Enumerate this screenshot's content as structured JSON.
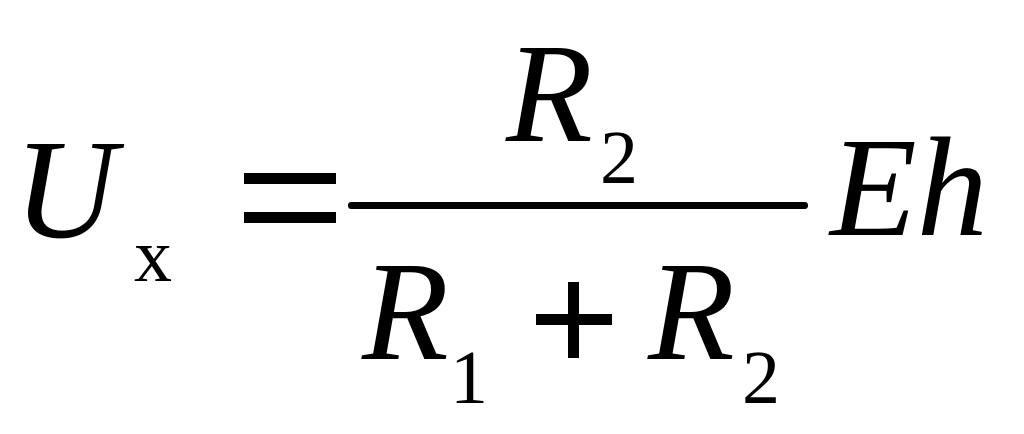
{
  "formula": {
    "lhs": {
      "symbol": "U",
      "subscript": "x"
    },
    "equals": "=",
    "fraction": {
      "numerator": {
        "symbol": "R",
        "subscript": "2"
      },
      "denominator": {
        "term1": {
          "symbol": "R",
          "subscript": "1"
        },
        "operator": "+",
        "term2": {
          "symbol": "R",
          "subscript": "2"
        }
      }
    },
    "multiplier": "Eh"
  }
}
